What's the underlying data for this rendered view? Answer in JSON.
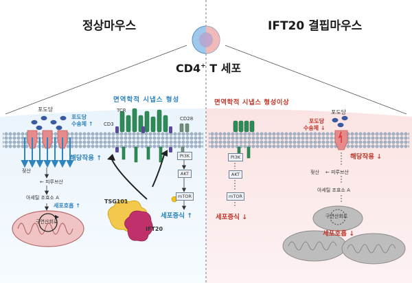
{
  "titles": {
    "normal": "정상마우스",
    "knockout": "IFT20 결핍마우스",
    "cell": "CD4",
    "cell_sup": "+",
    "cell_suffix": "T 세포"
  },
  "left": {
    "glucose": "포도당",
    "transporter_line1": "포도당",
    "transporter_line2": "수송체 ↑",
    "synapse": "면역학적 시냅스 형성",
    "tcr": "TCR",
    "cd3": "CD3",
    "cd28": "CD28",
    "glycolysis": "해당작용 ↑",
    "lactate": "젖산",
    "pyruvate": "← 피루브산",
    "acetylcoa": "아세틸 조효소 A",
    "respiration": "세포호흡 ↑",
    "tca": "구연산회로",
    "pi3k": "PI3K",
    "akt": "AKT",
    "mtor": "mTOR",
    "proliferation": "세포증식 ↑",
    "tsg101": "TSG101",
    "ift20": "IFT20"
  },
  "right": {
    "synapse_defect": "면역학적 시냅스 형성이상",
    "glucose": "포도당",
    "transporter_line1": "포도당",
    "transporter_line2": "수송체 ↓",
    "glycolysis": "해당작용 ↓",
    "lactate": "젖산",
    "pyruvate": "← 피루브산",
    "acetylcoa": "아세틸 조효소 A",
    "tca": "구연산회로",
    "respiration": "세포호흡 ↓",
    "pi3k": "PI3K",
    "akt": "AKT",
    "mtor": "mTOR",
    "proliferation": "세포증식 ↓"
  },
  "colors": {
    "blue_accent": "#2f84c0",
    "red_accent": "#c0392b",
    "membrane": "#8fa3b8",
    "receptor_green": "#2e8b57",
    "transporter_pink": "#e58b8b"
  }
}
